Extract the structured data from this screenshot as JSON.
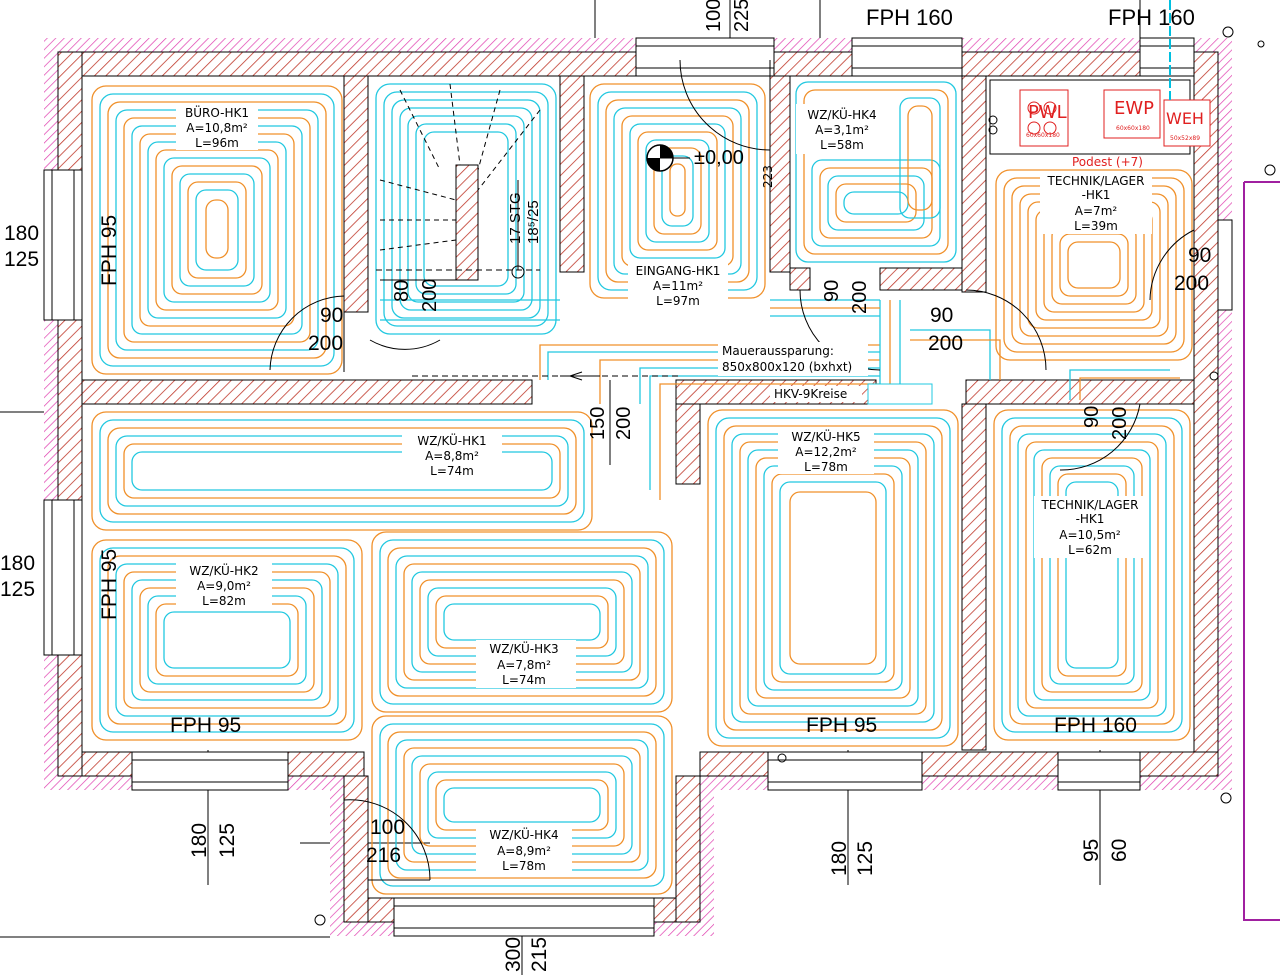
{
  "colors": {
    "wall_hatch": "#c0392b",
    "insulation": "#e040b0",
    "pipe_orange": "#f0902a",
    "pipe_cyan": "#22c8e0",
    "equipment_red": "#e02020",
    "cyan_line": "#00c0e0"
  },
  "top": {
    "fph_left": "FPH 160",
    "fph_right": "FPH 160",
    "door_top_a": "100",
    "door_top_b": "225"
  },
  "circuits": [
    {
      "name": "BÜRO-HK1",
      "area": "A=10,8m²",
      "length": "L=96m"
    },
    {
      "name": "EINGANG-HK1",
      "area": "A=11m²",
      "length": "L=97m"
    },
    {
      "name": "WZ/KÜ-HK4",
      "area": "A=3,1m²",
      "length": "L=58m"
    },
    {
      "name": "TECHNIK/LAGER",
      "sub": "-HK1",
      "area": "A=7m²",
      "length": "L=39m"
    },
    {
      "name": "WZ/KÜ-HK1",
      "area": "A=8,8m²",
      "length": "L=74m"
    },
    {
      "name": "WZ/KÜ-HK5",
      "area": "A=12,2m²",
      "length": "L=78m"
    },
    {
      "name": "TECHNIK/LAGER",
      "sub": "-HK1",
      "area": "A=10,5m²",
      "length": "L=62m"
    },
    {
      "name": "WZ/KÜ-HK2",
      "area": "A=9,0m²",
      "length": "L=82m"
    },
    {
      "name": "WZ/KÜ-HK3",
      "area": "A=7,8m²",
      "length": "L=74m"
    },
    {
      "name": "WZ/KÜ-HK4",
      "area": "A=8,9m²",
      "length": "L=78m"
    }
  ],
  "fph_labels": {
    "buero_vertical": "FPH 95",
    "wz_vertical": "FPH 95",
    "wz_bottom": "FPH 95",
    "hk5_bottom": "FPH 95",
    "technik_bottom": "FPH 160"
  },
  "dimensions": {
    "left_upper_a": "180",
    "left_upper_b": "125",
    "left_lower_a": "180",
    "left_lower_b": "125",
    "door_buero_a": "90",
    "door_buero_b": "200",
    "stair_a": "80",
    "stair_b": "200",
    "stair_steps": "17 STG",
    "stair_ratio": "18⁵/25",
    "level": "±0,00",
    "level_side": "223",
    "door_wz_a": "90",
    "door_wz_b": "200",
    "door_hall_a": "90",
    "door_hall_b": "200",
    "door_tech_a": "90",
    "door_tech_b": "200",
    "door_tech2_a": "90",
    "door_tech2_b": "200",
    "opening_a": "150",
    "opening_b": "200",
    "bottom_left_a": "180",
    "bottom_left_b": "125",
    "bottom_door_a": "100",
    "bottom_door_b": "216",
    "bottom_mid_a": "180",
    "bottom_mid_b": "125",
    "bottom_right_a": "95",
    "bottom_right_b": "60",
    "bottom_center_a": "300",
    "bottom_center_b": "215"
  },
  "notes": {
    "recess_line1": "Maueraussparung:",
    "recess_line2": "850x800x120  (bxhxt)",
    "manifold": "HKV-9Kreise",
    "podest": "Podest  (+7)"
  },
  "equipment": {
    "pwl": "PWL",
    "pwl_size": "60x60x180",
    "ewp": "EWP",
    "ewp_size": "60x60x180",
    "weh": "WEH",
    "weh_size": "50x52x89"
  }
}
